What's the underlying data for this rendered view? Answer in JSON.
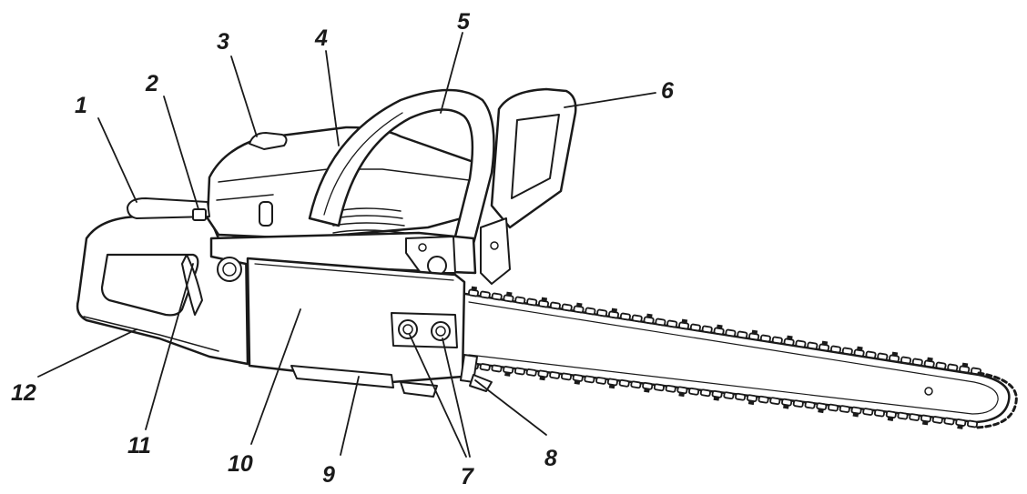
{
  "callouts": [
    {
      "id": "c1",
      "label": "1"
    },
    {
      "id": "c2",
      "label": "2"
    },
    {
      "id": "c3",
      "label": "3"
    },
    {
      "id": "c4",
      "label": "4"
    },
    {
      "id": "c5",
      "label": "5"
    },
    {
      "id": "c6",
      "label": "6"
    },
    {
      "id": "c7",
      "label": "7"
    },
    {
      "id": "c8",
      "label": "8"
    },
    {
      "id": "c9",
      "label": "9"
    },
    {
      "id": "c10",
      "label": "10"
    },
    {
      "id": "c11",
      "label": "11"
    },
    {
      "id": "c12",
      "label": "12"
    }
  ],
  "colors": {
    "ink": "#1a1a1a",
    "background": "#ffffff"
  }
}
